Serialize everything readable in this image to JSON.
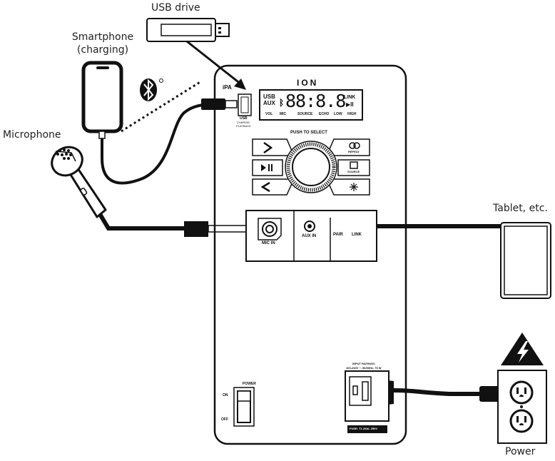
{
  "labels": {
    "usb_drive": "USB drive",
    "smartphone": "Smartphone",
    "smartphone_note": "(charging)",
    "microphone": "Microphone",
    "tablet": "Tablet, etc.",
    "power": "Power"
  },
  "panel": {
    "brand": "ION",
    "ipa": "iPA",
    "usb_port": "USB",
    "usb_port_sub1": "CHARGE/",
    "usb_port_sub2": "PLAYBACK",
    "display_usb": "USB",
    "display_aux": "AUX",
    "display_link": "LINK",
    "display_digits": "88:8.8",
    "display_vol": "VOL",
    "display_mic": "MIC",
    "display_source": "SOURCE",
    "display_echo": "ECHO",
    "display_low": "LOW",
    "display_high": "HIGH",
    "push_to_select": "PUSH TO SELECT",
    "repeat": "REPEAT",
    "source": "SOURCE",
    "mic_in": "MIC IN",
    "aux_in": "AUX IN",
    "pair": "PAIR",
    "link": "LINK",
    "input_rating_title": "INPUT RATINGS:",
    "input_rating_value": "100-240V ~, 50/60Hz, 75 W",
    "power_switch": "POWER",
    "on": "ON",
    "off": "OFF",
    "fuse": "FUSE: T1.25AL 250V"
  },
  "colors": {
    "line": "#111111",
    "bluetooth_bg": "#111111",
    "panel_bg": "#ffffff"
  }
}
